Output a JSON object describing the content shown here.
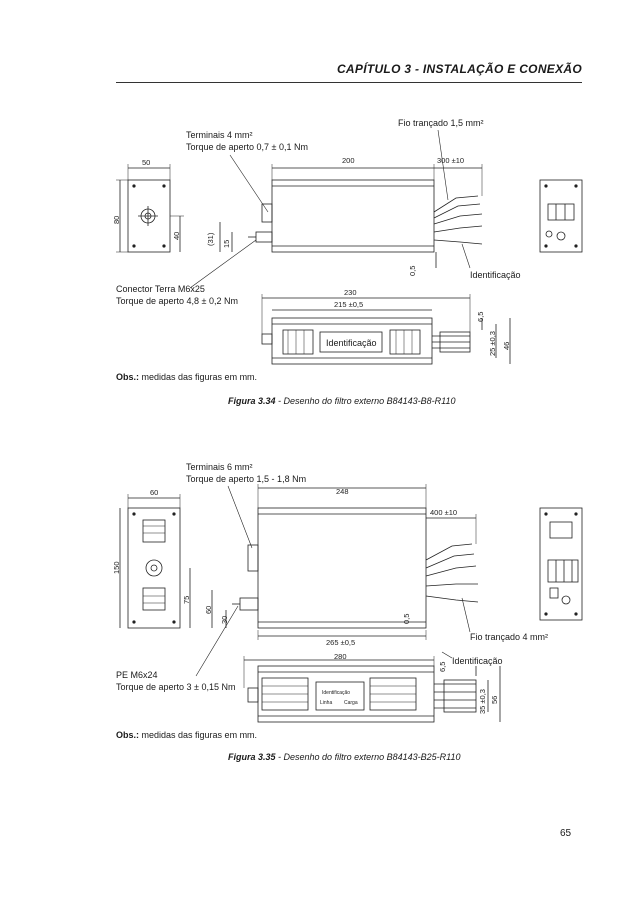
{
  "header": {
    "chapter_title": "CAPÍTULO 3 - INSTALAÇÃO E CONEXÃO"
  },
  "figure34": {
    "terminals": "Terminais 4 mm²",
    "terminal_torque": "Torque de aperto 0,7 ± 0,1 Nm",
    "braided_wire": "Fio trançado 1,5 mm²",
    "ground_connector": "Conector Terra M6x25",
    "ground_torque": "Torque de aperto 4,8 ± 0,2 Nm",
    "identification": "Identificação",
    "label_plate": "Identificação",
    "dims": {
      "d50": "50",
      "d80": "80",
      "d40": "40",
      "d31": "(31)",
      "d15": "15",
      "d200": "200",
      "d300": "300 ±10",
      "d05": "0,5",
      "d230": "230",
      "d215": "215 ±0,5",
      "d65": "6,5",
      "d25": "25 ±0,3",
      "d46": "46"
    },
    "obs_label": "Obs.:",
    "obs_text": " medidas das figuras em mm.",
    "caption_label": "Figura 3.34",
    "caption_text": " - Desenho do filtro externo B84143-B8-R110"
  },
  "figure35": {
    "terminals": "Terminais 6 mm²",
    "terminal_torque": "Torque de aperto 1,5 - 1,8 Nm",
    "braided_wire": "Fio trançado 4 mm²",
    "identification": "Identificação",
    "pe_connector": "PE  M6x24",
    "pe_torque": "Torque de aperto 3 ± 0,15 Nm",
    "plate_id": "Identificação",
    "plate_line": "Linha",
    "plate_load": "Carga",
    "dims": {
      "d60": "60",
      "d150": "150",
      "d75": "75",
      "d60b": "60",
      "d30": "30",
      "d248": "248",
      "d400": "400 ±10",
      "d05": "0,5",
      "d265": "265 ±0,5",
      "d280": "280",
      "d65": "6,5",
      "d35": "35 ±0,3",
      "d56": "56"
    },
    "obs_label": "Obs.:",
    "obs_text": " medidas das figuras em mm.",
    "caption_label": "Figura 3.35",
    "caption_text": " - Desenho do filtro externo B84143-B25-R110"
  },
  "page_number": "65"
}
